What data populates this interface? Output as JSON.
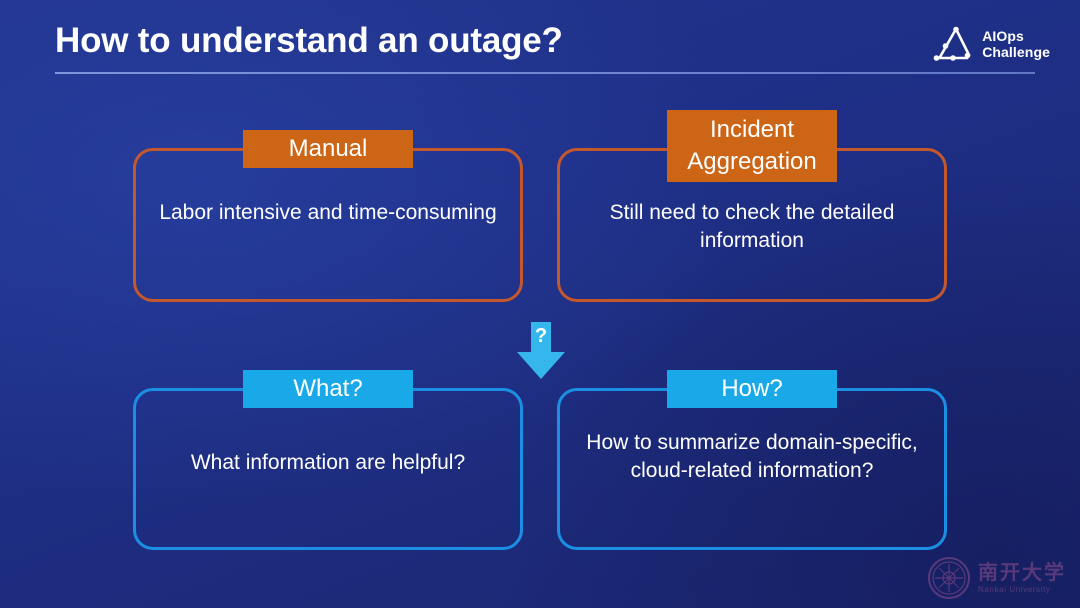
{
  "slide": {
    "title": "How to understand an outage?",
    "background_color": "#1e2f87"
  },
  "brand_logo": {
    "icon": "aiops-triangle-icon",
    "line1": "AIOps",
    "line2": "Challenge"
  },
  "cards": [
    {
      "id": "manual",
      "tab_label": "Manual",
      "body": "Labor intensive and time-consuming",
      "accent_color": "#cc6516",
      "border_color": "#c4572c",
      "row": "top",
      "column": "left"
    },
    {
      "id": "incident",
      "tab_label": "Incident Aggregation",
      "body": "Still need to check the detailed information",
      "accent_color": "#cc6516",
      "border_color": "#c4572c",
      "row": "top",
      "column": "right"
    },
    {
      "id": "what",
      "tab_label": "What?",
      "body": "What information are helpful?",
      "accent_color": "#19a8e8",
      "border_color": "#1a8fe3",
      "row": "bottom",
      "column": "left"
    },
    {
      "id": "how",
      "tab_label": "How?",
      "body": "How to summarize domain-specific, cloud-related information?",
      "accent_color": "#19a8e8",
      "border_color": "#1a8fe3",
      "row": "bottom",
      "column": "right"
    }
  ],
  "connector": {
    "icon": "down-arrow-icon",
    "label": "?",
    "color": "#35b6ec"
  },
  "watermark": {
    "icon": "nankai-seal-icon",
    "name_cn": "南开大学",
    "name_en": "Nankai University",
    "color": "#8f4f8f"
  }
}
